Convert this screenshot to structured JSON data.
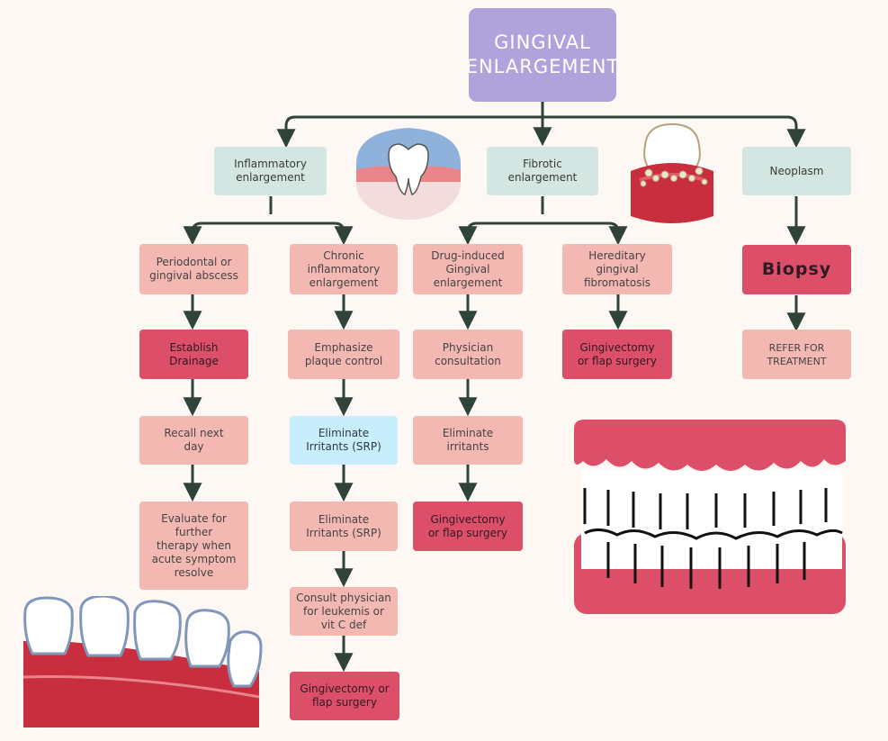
{
  "title": "GINGIVAL\nENLARGEMENT",
  "categories": {
    "inflammatory": "Inflammatory\nenlargement",
    "fibrotic": "Fibrotic\nenlargement",
    "neoplasm": "Neoplasm"
  },
  "inflammatory": {
    "abscess": {
      "head": "Periodontal or\ngingival abscess",
      "steps": [
        "Establish\nDrainage",
        "Recall next\nday",
        "Evaluate for\nfurther\ntherapy when\nacute symptom\nresolve"
      ]
    },
    "chronic": {
      "head": "Chronic\ninflammatory\nenlargement",
      "steps": [
        "Emphasize\nplaque control",
        "Eliminate\nIrritants (SRP)",
        "Eliminate\nIrritants (SRP)",
        "Consult physician\nfor leukemis or\nvit C def",
        "Gingivectomy or\nflap surgery"
      ]
    }
  },
  "fibrotic": {
    "drug": {
      "head": "Drug-induced\nGingival\nenlargement",
      "steps": [
        "Physician\nconsultation",
        "Eliminate\nirritants",
        "Gingivectomy\nor flap surgery"
      ]
    },
    "hereditary": {
      "head": "Hereditary\ngingival\nfibromatosis",
      "steps": [
        "Gingivectomy\nor flap surgery"
      ]
    }
  },
  "neoplasm": {
    "steps": [
      "Biopsy",
      "REFER FOR\nTREATMENT"
    ]
  },
  "colors": {
    "title": "#b0a3db",
    "category": "#d3e6e1",
    "subtype": "#f4b8b3",
    "action": "#dd4f68",
    "highlight": "#c8eefb",
    "arrow": "#2f4338"
  }
}
